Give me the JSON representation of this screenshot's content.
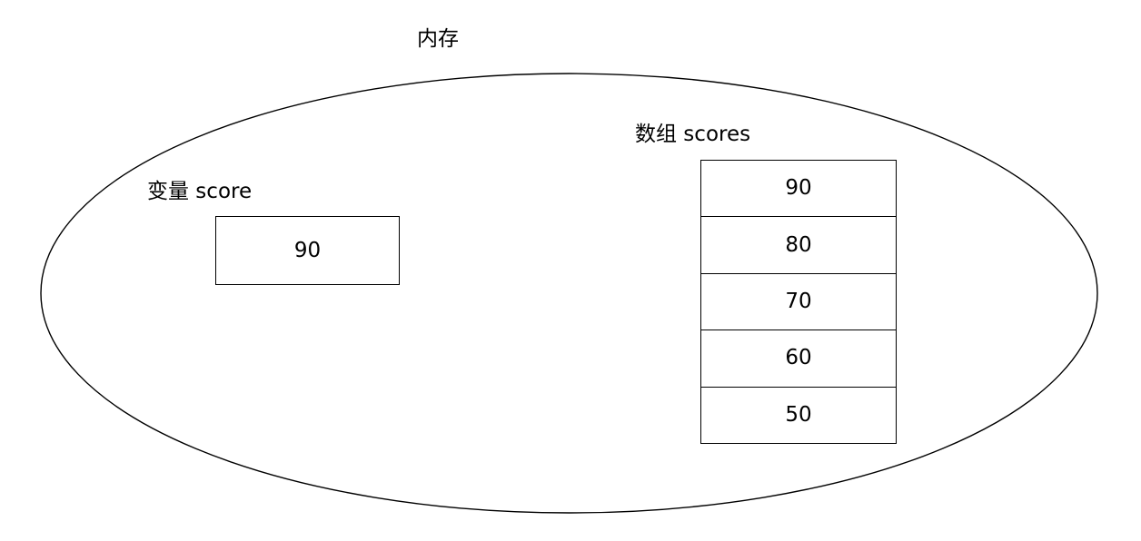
{
  "diagram": {
    "title": "内存",
    "background_color": "#ffffff",
    "stroke_color": "#000000"
  },
  "container": {
    "shape": "ellipse",
    "name": "memory-ellipse"
  },
  "variable": {
    "label": "变量 score",
    "value": "90"
  },
  "array": {
    "label": "数组 scores",
    "cells": [
      {
        "value": "90"
      },
      {
        "value": "80"
      },
      {
        "value": "70"
      },
      {
        "value": "60"
      },
      {
        "value": "50"
      }
    ]
  }
}
